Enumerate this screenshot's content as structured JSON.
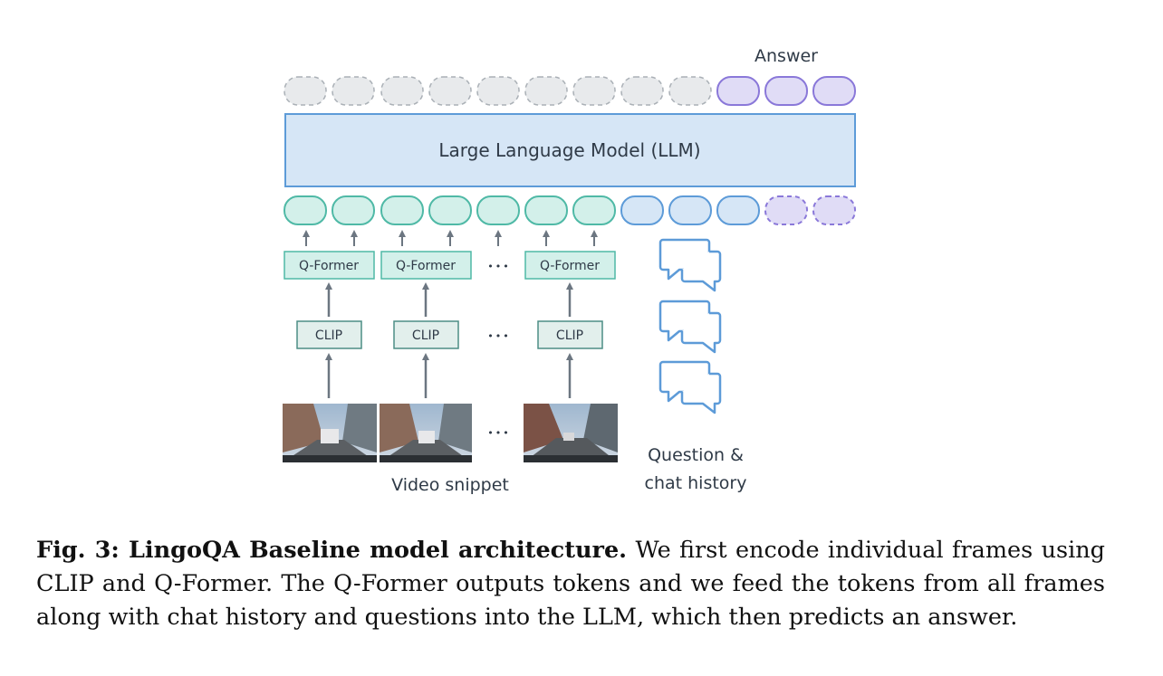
{
  "diagram": {
    "answer_label": "Answer",
    "llm_label": "Large Language Model (LLM)",
    "qformer_label": "Q-Former",
    "clip_label": "CLIP",
    "ellipsis": "•••",
    "video_label": "Video snippet",
    "question_label_line1": "Question &",
    "question_label_line2": "chat history",
    "colors": {
      "teal_fill": "#d3f0ea",
      "teal_stroke": "#4fb9a6",
      "blue_fill": "#d6e6f6",
      "blue_stroke": "#5d9bd8",
      "purple_fill": "#e0dcf6",
      "purple_stroke": "#8a78d9",
      "gray_fill": "#e8eaec",
      "gray_stroke": "#aab0b6",
      "clip_fill": "#e2efec",
      "clip_stroke": "#4d8e85",
      "arrow": "#6c7681"
    }
  },
  "caption": {
    "bold": "Fig. 3: LingoQA Baseline model architecture.",
    "text": " We first encode individual frames using CLIP and Q-Former. The Q-Former outputs tokens and we feed the tokens from all frames along with chat history and questions into the LLM, which then predicts an answer."
  }
}
